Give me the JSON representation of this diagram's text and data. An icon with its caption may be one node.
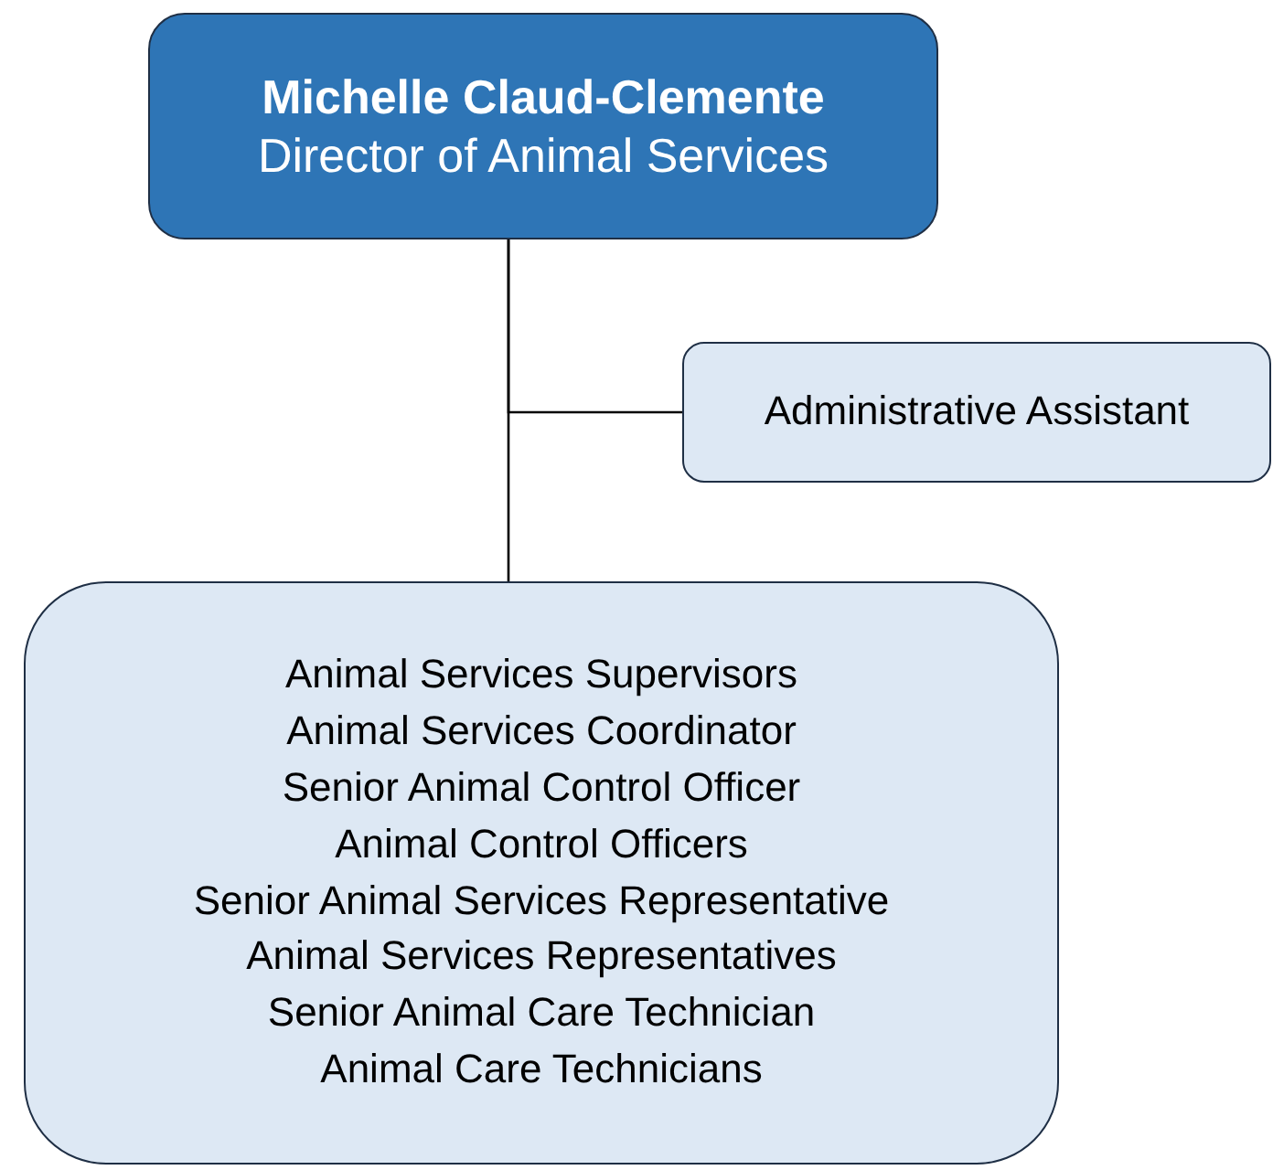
{
  "diagram": {
    "nodes": [
      {
        "text": [
          "Michelle Claud-Clemente",
          "Director of Animal Services"
        ]
      },
      {
        "text": [
          "Administrative Assistant"
        ]
      },
      {
        "text": [
          "Animal Services Supervisors",
          "Animal Services Coordinator",
          "Senior Animal Control Officer",
          "Animal Control Officers",
          "Senior Animal Services Representative",
          "Animal Services Representatives",
          "Senior Animal Care Technician",
          "Animal Care Technicians"
        ]
      }
    ],
    "edges": [
      {
        "from": 0,
        "to": 1,
        "arrow": "none"
      },
      {
        "from": 0,
        "to": 2,
        "arrow": "none"
      }
    ]
  }
}
